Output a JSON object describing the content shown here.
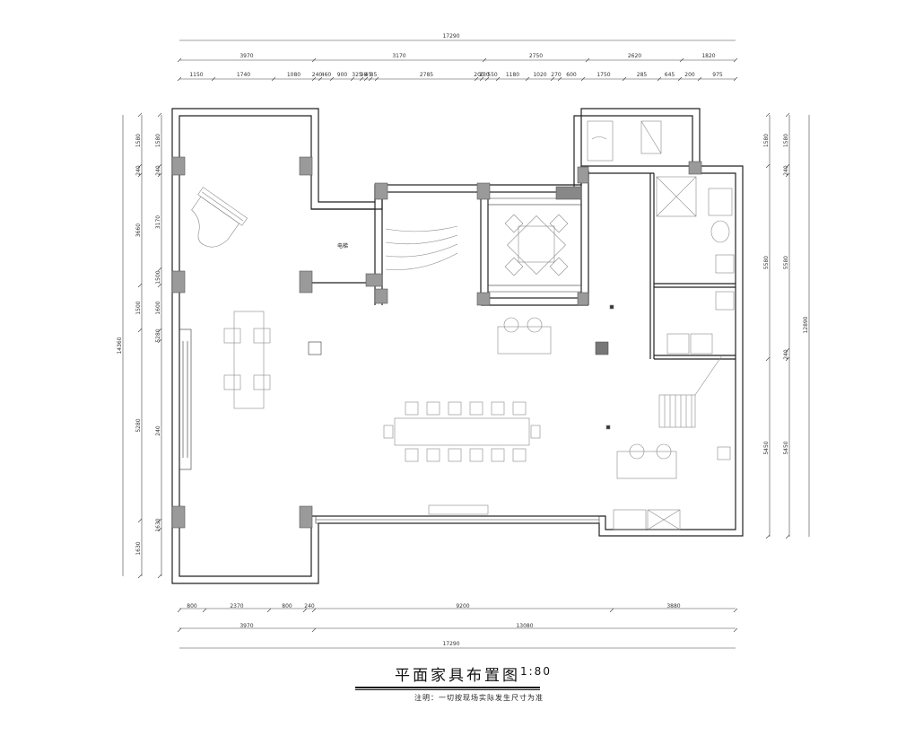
{
  "title": "平面家具布置图",
  "scale": "1:80",
  "note": "注明：一切按现场实际发生尺寸为准",
  "room_labels": {
    "elevator": "电梯"
  },
  "dimensions": {
    "top_total": "17290",
    "top_row2": [
      "3970",
      "3170",
      "2750",
      "2620",
      "1820"
    ],
    "top_row3": [
      "1150",
      "1740",
      "1080",
      "240",
      "460",
      "900",
      "325",
      "98",
      "45",
      "85",
      "2785",
      "200",
      "230",
      "550",
      "1180",
      "1020",
      "270",
      "600",
      "1750",
      "285",
      "645",
      "200",
      "975"
    ],
    "bottom_row1": [
      "800",
      "2370",
      "800",
      "240",
      "9200",
      "3880"
    ],
    "bottom_row2": [
      "3970",
      "13080"
    ],
    "bottom_total": "17290",
    "left_outer": "14360",
    "left_row1": [
      "1580",
      "240",
      "3660",
      "1500",
      "5280",
      "1630"
    ],
    "left_row2": [
      "1580",
      "240",
      "3170",
      "1500",
      "1600",
      "5280",
      "240",
      "1630"
    ],
    "right_row1": [
      "1580",
      "240",
      "5580",
      "240",
      "5450"
    ],
    "right_row2": [
      "1580",
      "5580",
      "5450"
    ],
    "right_outer": "12890"
  },
  "colors": {
    "line": "#222222",
    "column": "#9a9a9a",
    "furniture": "#888888"
  }
}
